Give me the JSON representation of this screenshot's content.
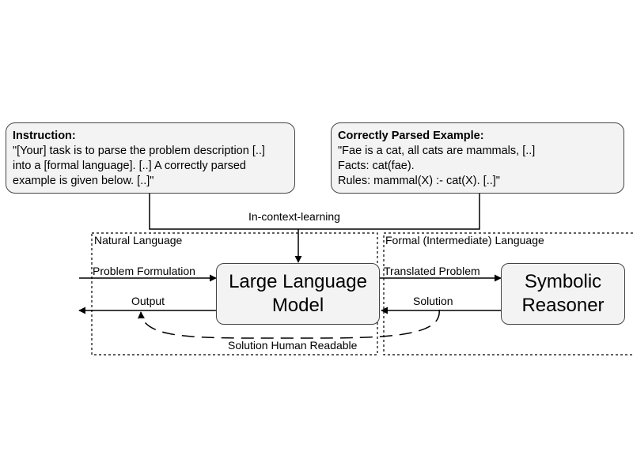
{
  "instruction": {
    "title": "Instruction:",
    "lines": [
      "\"[Your] task is to parse the problem description [..]",
      "into a [formal language]. [..] A correctly parsed",
      "example is given below. [..]\""
    ]
  },
  "example": {
    "title": "Correctly Parsed Example:",
    "lines": [
      "\"Fae is a cat, all cats are mammals, [..]",
      "Facts: cat(fae).",
      "Rules: mammal(X) :- cat(X). [..]\""
    ]
  },
  "regions": {
    "natural": "Natural Language",
    "formal": "Formal (Intermediate) Language"
  },
  "nodes": {
    "llm": [
      "Large Language",
      "Model"
    ],
    "reasoner": [
      "Symbolic",
      "Reasoner"
    ]
  },
  "edges": {
    "icl": "In-context-learning",
    "problem": "Problem Formulation",
    "output": "Output",
    "translated": "Translated Problem",
    "solution": "Solution",
    "readable": "Solution Human Readable"
  }
}
